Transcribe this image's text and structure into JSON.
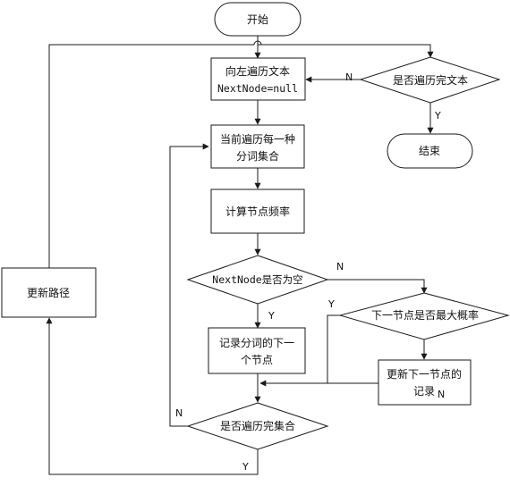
{
  "nodes": {
    "start": "开始",
    "traverse_left_line1": "向左遍历文本",
    "traverse_left_line2": "NextNode=null",
    "done_text": "是否遍历完文本",
    "end": "结束",
    "each_segment_line1": "当前遍历每一种",
    "each_segment_line2": "分词集合",
    "calc_freq": "计算节点频率",
    "nextnode_empty": "NextNode是否为空",
    "max_prob": "下一节点是否最大概率",
    "record_line1": "记录分词的下一",
    "record_line2": "个节点",
    "update_line1": "更新下一节点的",
    "update_line2": "记录",
    "update_path": "更新路径",
    "done_set": "是否遍历完集合"
  },
  "edge_labels": {
    "done_text_no": "N",
    "done_text_yes": "Y",
    "nextnode_no": "N",
    "nextnode_yes": "Y",
    "max_prob_yes": "Y",
    "max_prob_no": "N",
    "done_set_no": "N",
    "done_set_yes": "Y"
  },
  "colors": {
    "line": "#1a1a1a",
    "fill": "#ffffff",
    "text": "#111111"
  }
}
